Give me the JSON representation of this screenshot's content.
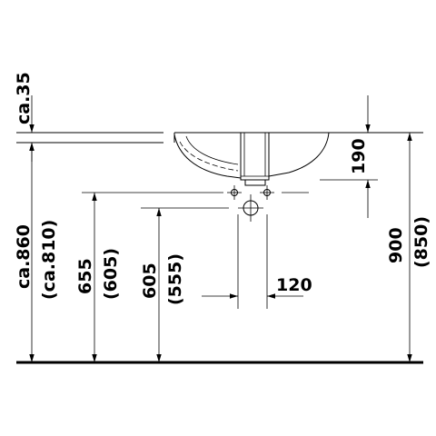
{
  "dimensions": {
    "overflow_gap": "ca.35",
    "rim_height": "ca.860",
    "rim_height_alt": "(ca.810)",
    "trap_height_upper": "655",
    "trap_height_upper_alt": "(605)",
    "trap_height_lower": "605",
    "trap_height_lower_alt": "(555)",
    "basin_depth": "190",
    "counter_height": "900",
    "counter_height_alt": "(850)",
    "tap_spacing": "120"
  }
}
